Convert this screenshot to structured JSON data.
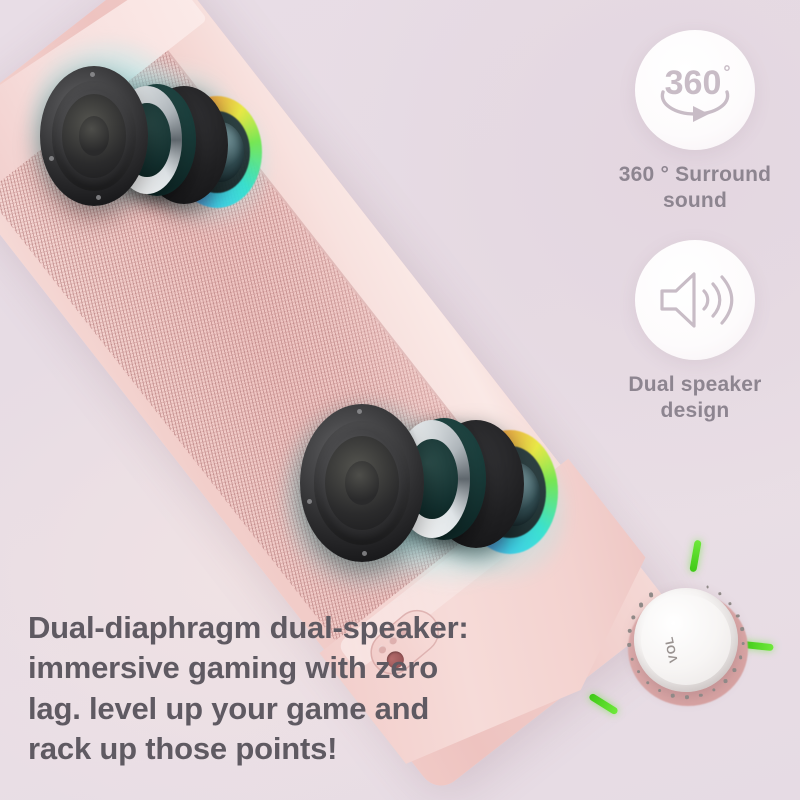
{
  "product": {
    "body_color": "#f0cbc8",
    "accent_green": "#5ee02a",
    "glow_color": "#8cebee",
    "knob_label": "VOL"
  },
  "background": {
    "color": "#e9dfe6"
  },
  "badges": [
    {
      "id": "surround",
      "icon": "360-rotation-icon",
      "icon_text": "360",
      "icon_degree": "°",
      "label": "360 ° Surround\nsound",
      "text_color": "#8d8590"
    },
    {
      "id": "dual-speaker",
      "icon": "speaker-waves-icon",
      "label": "Dual speaker\ndesign",
      "text_color": "#8d8590"
    }
  ],
  "headline": {
    "text": "Dual-diaphragm dual-speaker: immersive gaming with zero lag. level up your game and rack up those points!",
    "color": "#5f5a62"
  }
}
